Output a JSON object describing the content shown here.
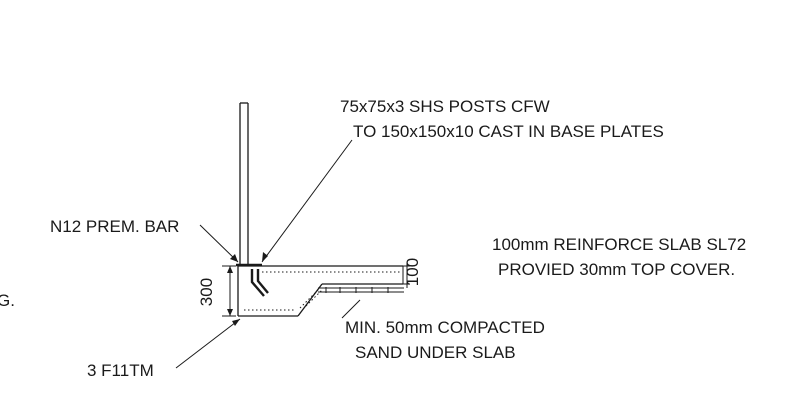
{
  "labels": {
    "shs_posts_line1": "75x75x3 SHS POSTS CFW",
    "shs_posts_line2": "TO 150x150x10 CAST IN BASE PLATES",
    "prem_bar": "N12 PREM. BAR",
    "slab_line1": "100mm REINFORCE SLAB SL72",
    "slab_line2": "PROVIED 30mm TOP COVER.",
    "sand_line1": "MIN.  50mm COMPACTED",
    "sand_line2": "SAND UNDER SLAB",
    "footing_bars": "3 F11TM",
    "edge_beam_depth": "300",
    "slab_depth": "100",
    "left_fragment": "G."
  }
}
